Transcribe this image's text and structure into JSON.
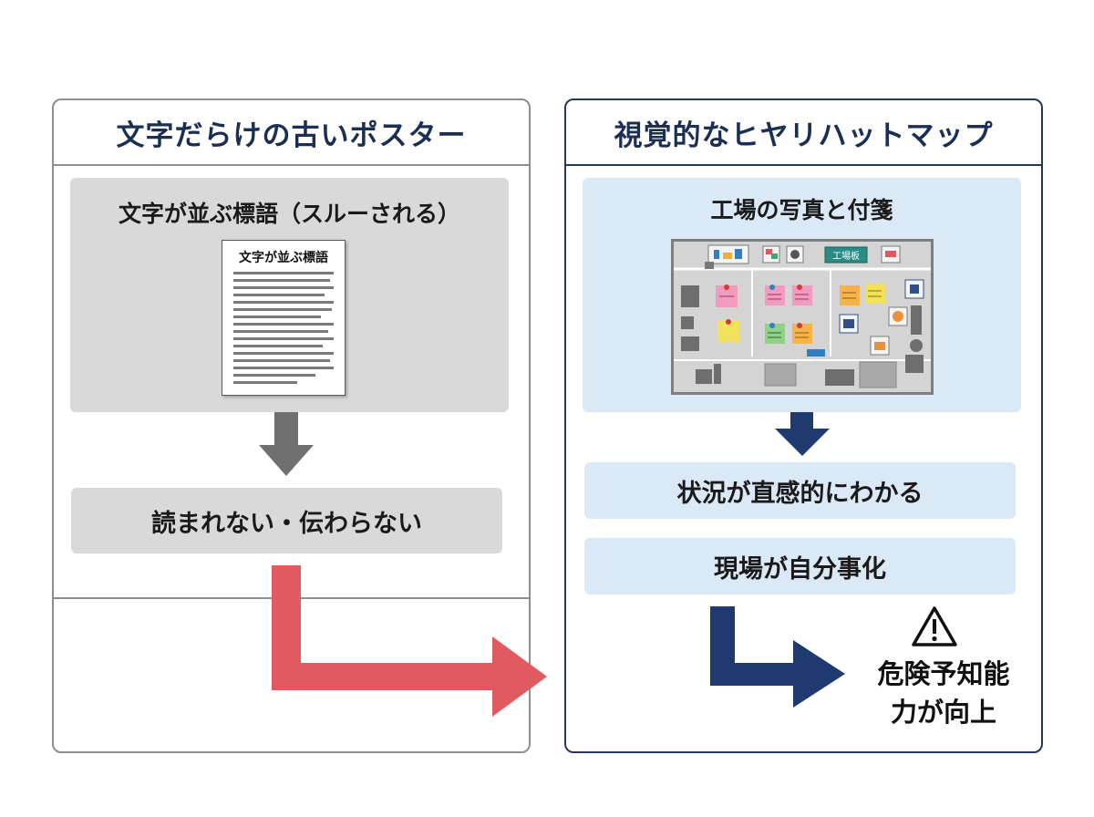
{
  "left_panel": {
    "title": "文字だらけの古いポスター",
    "poster_box_label": "文字が並ぶ標語（スルーされる）",
    "poster_doc_title": "文字が並ぶ標語",
    "result_label": "読まれない・伝わらない",
    "border_color": "#8e8e8e",
    "arrow_color": "#6f6f6f"
  },
  "right_panel": {
    "title": "視覚的なヒヤリハットマップ",
    "photo_box_label": "工場の写真と付箋",
    "board_sign": "工場板",
    "result1_label": "状況が直感的にわかる",
    "result2_label": "現場が自分事化",
    "outcome_line1": "危険予知能",
    "outcome_line2": "力が向上",
    "border_color": "#24395e",
    "arrow_color": "#1f3a6e"
  },
  "transition_arrow_color": "#e05a5f",
  "icons": [
    "warning-icon",
    "down-arrow-icon",
    "turn-right-arrow-icon",
    "pushpin-icon",
    "sticky-note-icon"
  ]
}
